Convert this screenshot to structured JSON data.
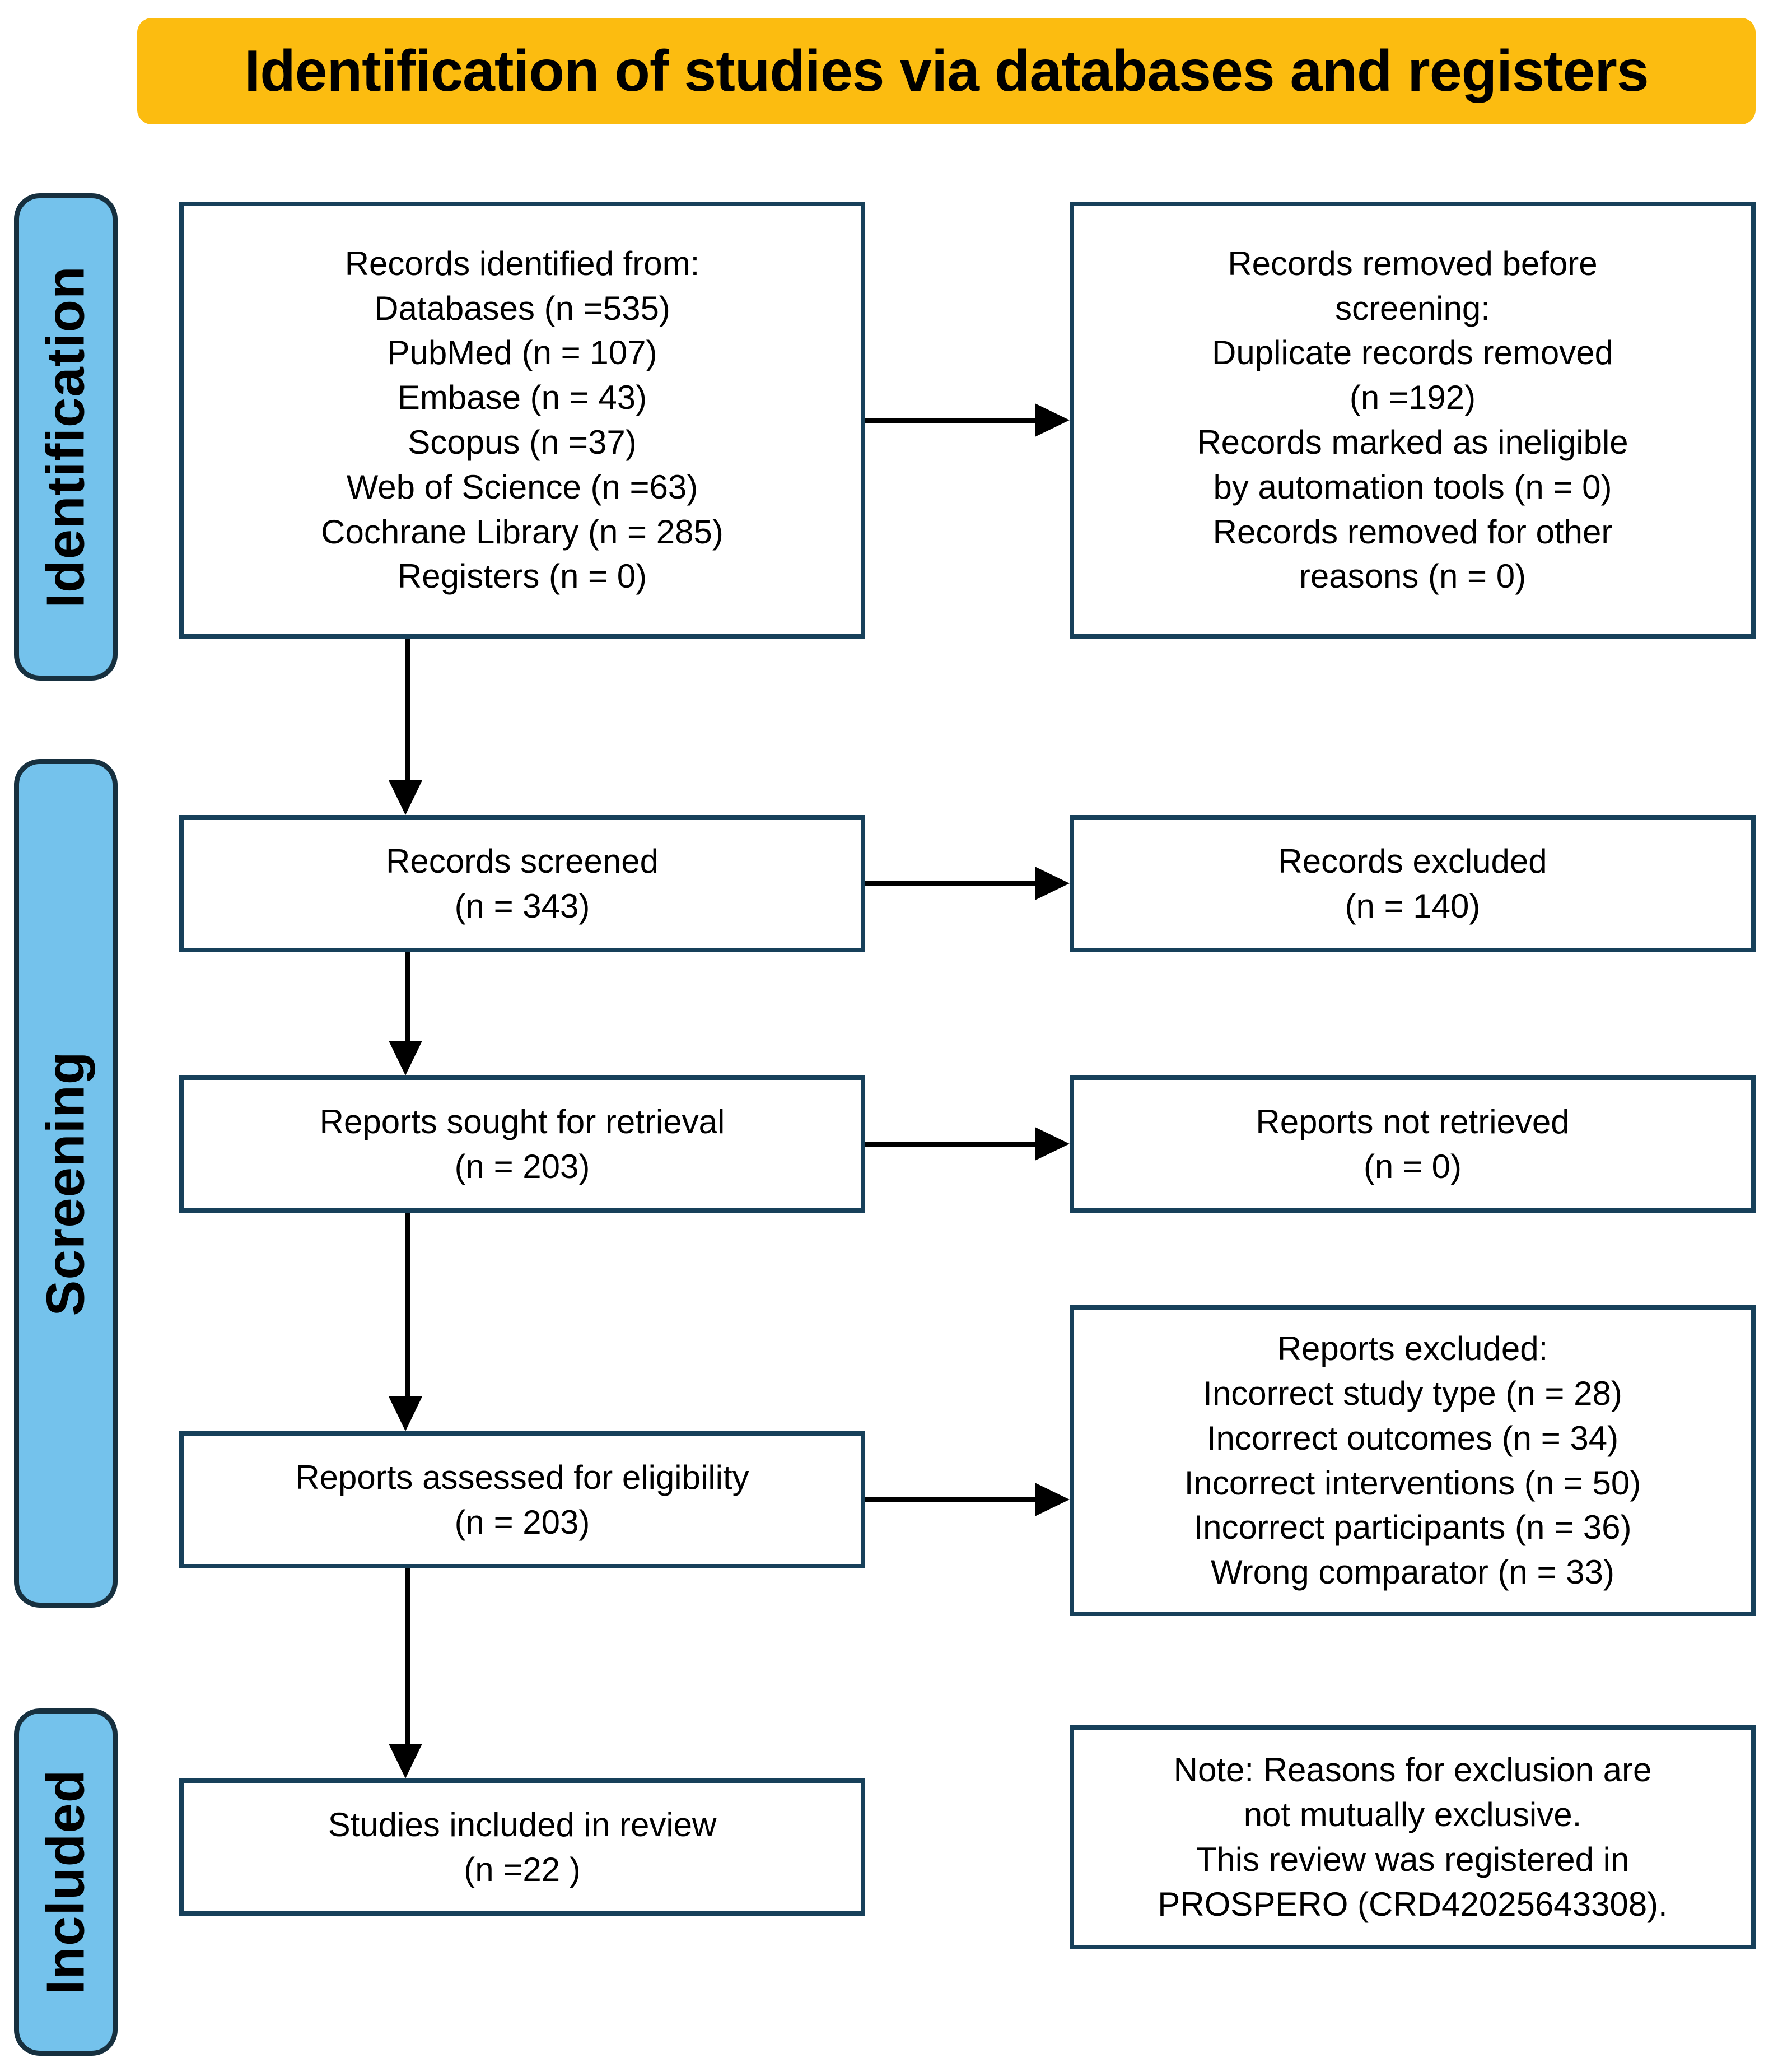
{
  "title": {
    "text": "Identification of studies via databases and registers",
    "background_color": "#FCBC10"
  },
  "colors": {
    "banner": "#FCBC10",
    "sidebar": "#74C2EC",
    "sidebar_border": "#17303F",
    "box_border": "#17405A",
    "connector": "#000000"
  },
  "stages": [
    {
      "label": "Identification"
    },
    {
      "label": "Screening"
    },
    {
      "label": "Included"
    }
  ],
  "boxes": {
    "identified": {
      "lines": [
        "Records identified from:",
        "Databases (n =535)",
        "PubMed (n = 107)",
        "Embase (n = 43)",
        "Scopus (n =37)",
        "Web of Science (n =63)",
        "Cochrane Library (n = 285)",
        "Registers (n = 0)"
      ]
    },
    "removed": {
      "lines": [
        "Records removed before",
        "screening:",
        "Duplicate records removed",
        "(n =192)",
        "Records marked as ineligible",
        "by automation tools (n = 0)",
        "Records removed for other",
        "reasons (n = 0)"
      ]
    },
    "screened": {
      "lines": [
        "Records screened",
        "(n = 343)"
      ]
    },
    "excluded": {
      "lines": [
        "Records excluded",
        "(n = 140)"
      ]
    },
    "sought": {
      "lines": [
        "Reports sought for retrieval",
        "(n = 203)"
      ]
    },
    "not_retrieved": {
      "lines": [
        "Reports not retrieved",
        "(n = 0)"
      ]
    },
    "assessed": {
      "lines": [
        "Reports assessed for eligibility",
        "(n = 203)"
      ]
    },
    "reports_excluded": {
      "lines": [
        "Reports excluded:",
        "Incorrect study type (n = 28)",
        "Incorrect outcomes (n = 34)",
        "Incorrect interventions (n = 50)",
        "Incorrect participants (n = 36)",
        "Wrong comparator (n = 33)"
      ]
    },
    "included": {
      "lines": [
        "Studies included in review",
        "(n =22 )"
      ]
    },
    "note": {
      "lines": [
        "Note: Reasons for exclusion are",
        "not mutually exclusive.",
        "This review was registered in",
        "PROSPERO (CRD42025643308)."
      ]
    }
  },
  "chart_data": {
    "type": "diagram",
    "title": "Identification of studies via databases and registers",
    "diagram_kind": "PRISMA 2020 flow diagram",
    "nodes": [
      {
        "id": "identified",
        "stage": "Identification",
        "column": "left",
        "label": "Records identified from",
        "counts": {
          "Databases": 535,
          "PubMed": 107,
          "Embase": 43,
          "Scopus": 37,
          "Web of Science": 63,
          "Cochrane Library": 285,
          "Registers": 0
        }
      },
      {
        "id": "removed",
        "stage": "Identification",
        "column": "right",
        "label": "Records removed before screening",
        "counts": {
          "Duplicate records removed": 192,
          "Records marked as ineligible by automation tools": 0,
          "Records removed for other reasons": 0
        }
      },
      {
        "id": "screened",
        "stage": "Screening",
        "column": "left",
        "label": "Records screened",
        "n": 343
      },
      {
        "id": "excluded",
        "stage": "Screening",
        "column": "right",
        "label": "Records excluded",
        "n": 140
      },
      {
        "id": "sought",
        "stage": "Screening",
        "column": "left",
        "label": "Reports sought for retrieval",
        "n": 203
      },
      {
        "id": "not_retrieved",
        "stage": "Screening",
        "column": "right",
        "label": "Reports not retrieved",
        "n": 0
      },
      {
        "id": "assessed",
        "stage": "Screening",
        "column": "left",
        "label": "Reports assessed for eligibility",
        "n": 203
      },
      {
        "id": "reports_excluded",
        "stage": "Screening",
        "column": "right",
        "label": "Reports excluded",
        "counts": {
          "Incorrect study type": 28,
          "Incorrect outcomes": 34,
          "Incorrect interventions": 50,
          "Incorrect participants": 36,
          "Wrong comparator": 33
        }
      },
      {
        "id": "included",
        "stage": "Included",
        "column": "left",
        "label": "Studies included in review",
        "n": 22
      },
      {
        "id": "note",
        "stage": "Included",
        "column": "right",
        "label": "Note",
        "registration": "PROSPERO (CRD42025643308)"
      }
    ],
    "edges": [
      {
        "from": "identified",
        "to": "removed",
        "direction": "right"
      },
      {
        "from": "identified",
        "to": "screened",
        "direction": "down"
      },
      {
        "from": "screened",
        "to": "excluded",
        "direction": "right"
      },
      {
        "from": "screened",
        "to": "sought",
        "direction": "down"
      },
      {
        "from": "sought",
        "to": "not_retrieved",
        "direction": "right"
      },
      {
        "from": "sought",
        "to": "assessed",
        "direction": "down"
      },
      {
        "from": "assessed",
        "to": "reports_excluded",
        "direction": "right"
      },
      {
        "from": "assessed",
        "to": "included",
        "direction": "down"
      }
    ]
  }
}
